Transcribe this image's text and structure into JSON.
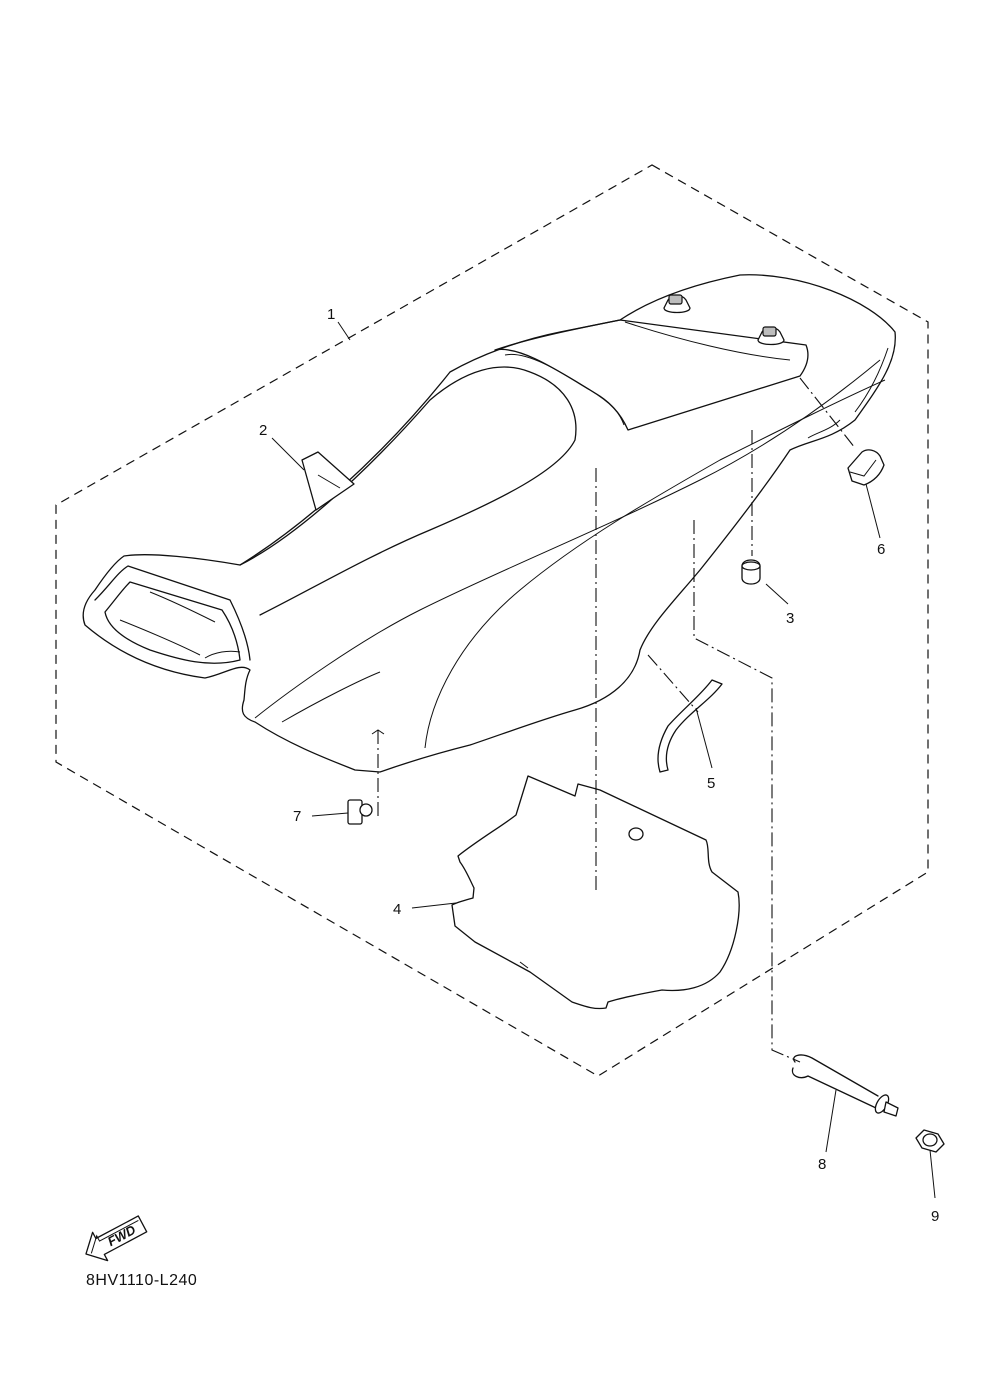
{
  "diagram_code": "8HV1110-L240",
  "fwd_label": "FWD",
  "callouts": [
    "1",
    "2",
    "3",
    "4",
    "5",
    "6",
    "7",
    "8",
    "9"
  ]
}
